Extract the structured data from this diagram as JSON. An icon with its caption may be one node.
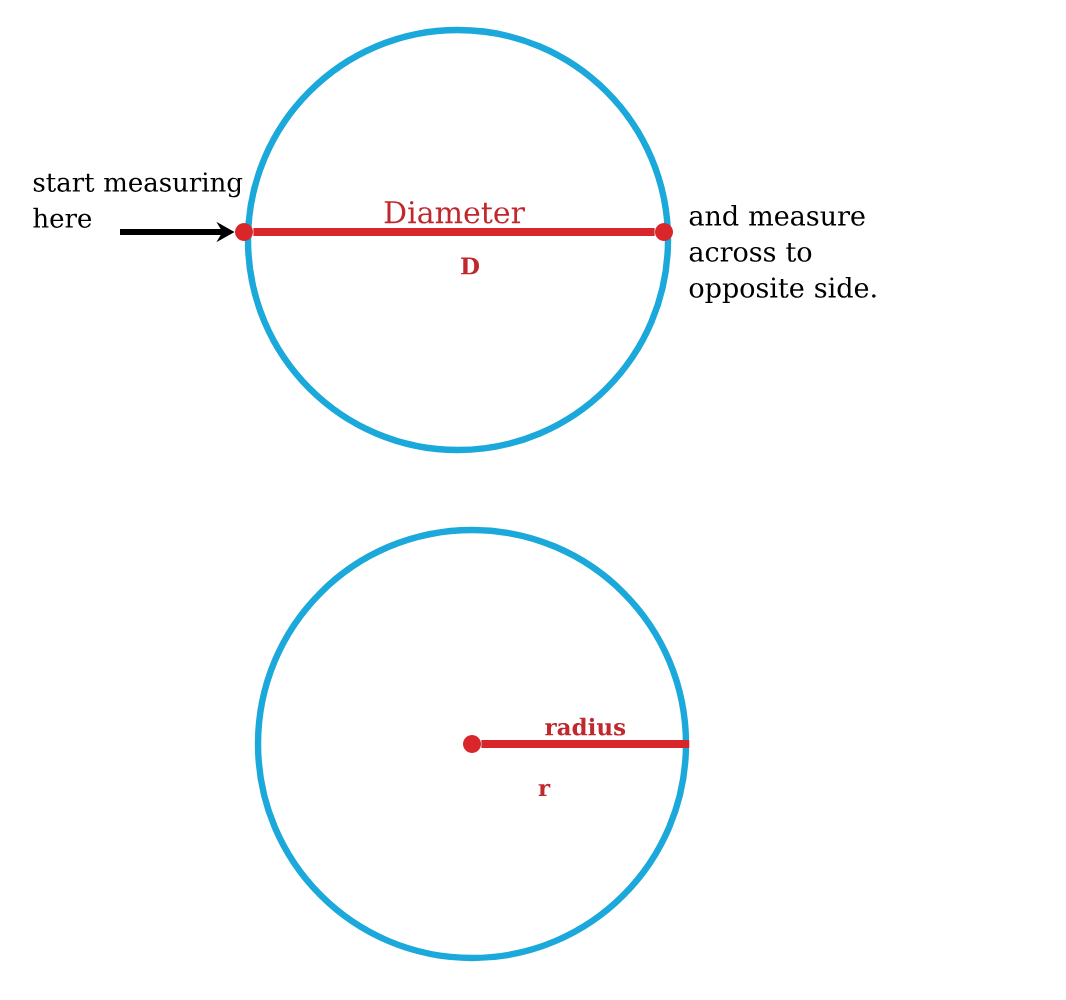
{
  "diagram": {
    "nodes": [
      {
        "text": [
          "start measuring here"
        ]
      },
      {
        "text": [],
        "shape": "circle"
      },
      {
        "text": [],
        "shape": "circle",
        "in": 1
      },
      {
        "text": [],
        "shape": "circle",
        "in": 1
      },
      {
        "text": [],
        "shape": "circle"
      },
      {
        "text": [],
        "shape": "circle",
        "in": 4
      }
    ],
    "edges": [
      {
        "from": 0,
        "to": 2,
        "arrow": "to",
        "color": "#000000"
      },
      {
        "from": 2,
        "to": 3,
        "arrow": "none",
        "label": "Diameter"
      },
      {
        "from": 5,
        "to": 4,
        "arrow": "none",
        "label": "radius"
      }
    ],
    "labels": [
      "D",
      "and measure across to opposite side.",
      "r"
    ]
  }
}
